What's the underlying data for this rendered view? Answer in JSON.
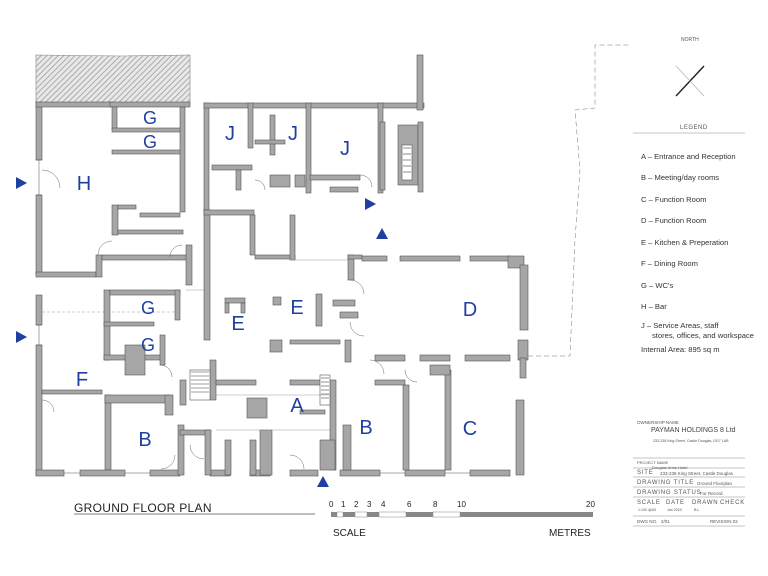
{
  "plan": {
    "title": "GROUND FLOOR PLAN",
    "north_label": "NORTH",
    "legend_title": "LEGEND",
    "rooms": [
      "H",
      "G",
      "G",
      "J",
      "J",
      "J",
      "E",
      "E",
      "G",
      "G",
      "D",
      "F",
      "A",
      "B",
      "B",
      "C"
    ],
    "legend": [
      "A – Entrance and Reception",
      "B – Meeting/day rooms",
      "C – Function Room",
      "D – Function Room",
      "E – Kitchen & Preperation",
      "F – Dining Room",
      "G – WC's",
      "H – Bar",
      "J – Service Areas, staff",
      "stores, offices, and workspace",
      "Internal Area: 895 sq m"
    ],
    "scale": {
      "label": "SCALE",
      "unit": "METRES",
      "ticks": [
        "0",
        "1",
        "2",
        "3",
        "4",
        "6",
        "8",
        "10",
        "20"
      ]
    },
    "title_block": {
      "ownership_label": "OWNERSHIP NAME",
      "owner": "PAYMAN HOLDINGS 8 Ltd",
      "owner_address": "233-238 King Street, Castle Douglas, DG7 1AB",
      "project_label": "PROJECT NAME",
      "project_name": "Douglas Arms Hotel",
      "site_label": "SITE",
      "site_value": "233-238 King Street, Castle Douglas",
      "drawing_title_label": "DRAWING TITLE",
      "drawing_title_value": "Ground Floorplan",
      "drawing_status_label": "DRAWING STATUS",
      "drawing_status_value": "For Record",
      "scale_label": "SCALE",
      "scale_value": "1:100 @A3",
      "date_label": "DATE",
      "date_value": "Jan 2023",
      "drawn_label": "DRAWN",
      "drawn_value": "B.L",
      "check_label": "CHECK",
      "dwg_label": "DWG NO.",
      "dwg_value": "2/01",
      "revision_label": "REVISION 02"
    },
    "colors": {
      "wall": "#a6a6a6",
      "wall_edge": "#555555",
      "label": "#1f3fa3",
      "arrow": "#1f3fa3"
    }
  }
}
